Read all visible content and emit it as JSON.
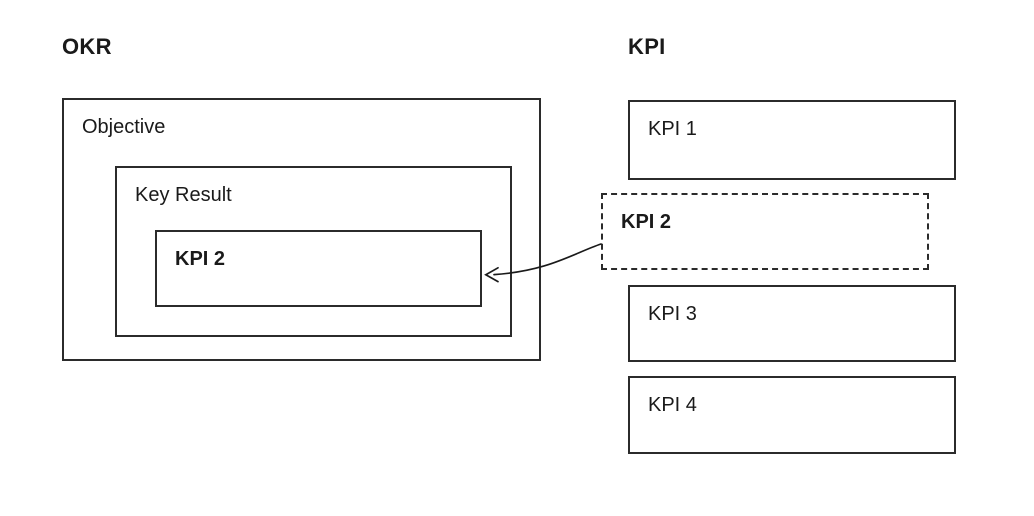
{
  "headings": {
    "okr": "OKR",
    "kpi": "KPI"
  },
  "okr_structure": {
    "objective_label": "Objective",
    "key_result_label": "Key Result",
    "kpi_label": "KPI 2"
  },
  "kpi_list": [
    {
      "label": "KPI 1",
      "style": "solid",
      "emphasis": "normal"
    },
    {
      "label": "KPI 2",
      "style": "dashed",
      "emphasis": "bold"
    },
    {
      "label": "KPI 3",
      "style": "solid",
      "emphasis": "normal"
    },
    {
      "label": "KPI 4",
      "style": "solid",
      "emphasis": "normal"
    }
  ],
  "connector": {
    "icon": "curved-left-arrow",
    "from": "kpi-list-item-2",
    "to": "okr-nested-kpi-2"
  },
  "colors": {
    "line": "#2b2b2b",
    "text": "#1a1a1a",
    "background": "#ffffff"
  }
}
